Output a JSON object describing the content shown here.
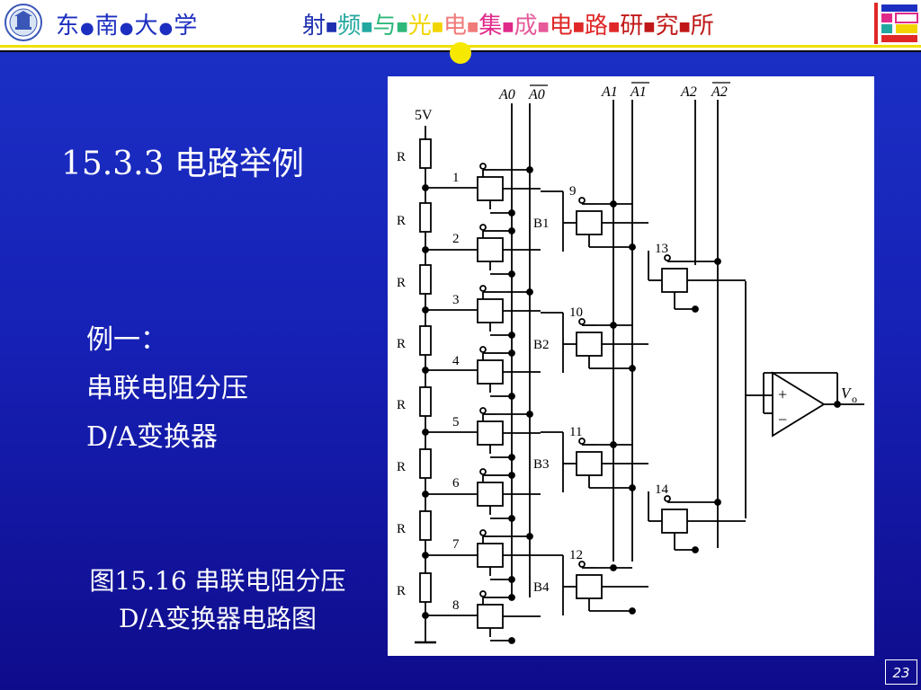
{
  "header": {
    "university": [
      "东",
      "南",
      "大",
      "学"
    ],
    "lab_name": [
      {
        "t": "射",
        "c": "#1e2fb0"
      },
      {
        "t": "频",
        "c": "#22a8a0"
      },
      {
        "t": "与",
        "c": "#2db87a"
      },
      {
        "t": "光",
        "c": "#f2d500"
      },
      {
        "t": "电",
        "c": "#f07a7a"
      },
      {
        "t": "集",
        "c": "#e02a8a"
      },
      {
        "t": "成",
        "c": "#e65a9a"
      },
      {
        "t": "电",
        "c": "#e02828"
      },
      {
        "t": "路",
        "c": "#e02828"
      },
      {
        "t": "研",
        "c": "#c01818"
      },
      {
        "t": "究",
        "c": "#c01818"
      },
      {
        "t": "所",
        "c": "#c01818"
      }
    ]
  },
  "slide": {
    "title": "15.3.3 电路举例",
    "bullets": [
      "例一：",
      "串联电阻分压",
      "D/A变换器"
    ],
    "caption_line1": "图15.16  串联电阻分压",
    "caption_line2": "D/A变换器电路图",
    "page_number": "23"
  },
  "circuit": {
    "supply": "5V",
    "resistor_label": "R",
    "inputs": [
      "A0",
      "A0",
      "A1",
      "A1",
      "A2",
      "A2"
    ],
    "switch_numbers": [
      "1",
      "2",
      "3",
      "4",
      "5",
      "6",
      "7",
      "8",
      "9",
      "10",
      "11",
      "12",
      "13",
      "14"
    ],
    "bus_labels": [
      "B1",
      "B2",
      "B3",
      "B4"
    ],
    "opamp_plus": "+",
    "opamp_minus": "−",
    "output_label": "V",
    "output_sub": "o"
  },
  "colors": {
    "background": "#1620b4",
    "header_blue": "#1d2fc0",
    "stripe_yellow": "#f0e000"
  }
}
